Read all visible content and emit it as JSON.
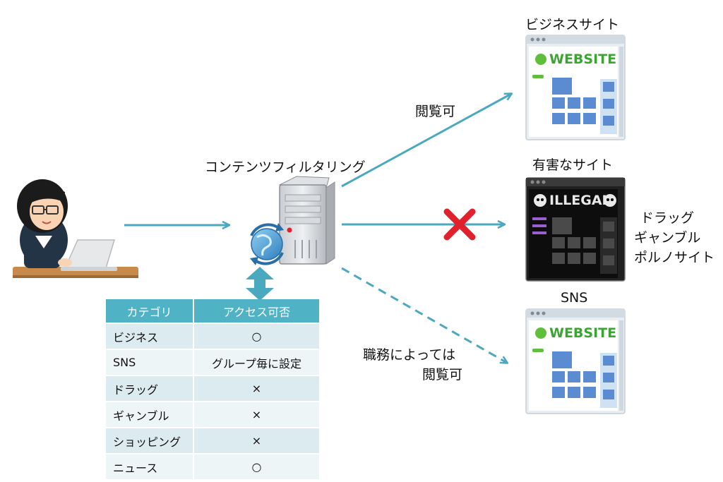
{
  "server_label": "コンテンツフィルタリング",
  "sites": {
    "business": {
      "title": "ビジネスサイト",
      "logo": "WEBSITE"
    },
    "harmful": {
      "title": "有害なサイト",
      "logo": "ILLEGAL",
      "categories": [
        "ドラッグ",
        "ギャンブル",
        "ポルノサイト"
      ]
    },
    "sns": {
      "title": "SNS",
      "logo": "WEBSITE"
    }
  },
  "arrow_labels": {
    "allowed": "閲覧可",
    "conditional_line1": "職務によっては",
    "conditional_line2": "閲覧可"
  },
  "table": {
    "headers": [
      "カテゴリ",
      "アクセス可否"
    ],
    "rows": [
      [
        "ビジネス",
        "○"
      ],
      [
        "SNS",
        "グループ毎に設定"
      ],
      [
        "ドラッグ",
        "×"
      ],
      [
        "ギャンブル",
        "×"
      ],
      [
        "ショッピング",
        "×"
      ],
      [
        "ニュース",
        "○"
      ]
    ]
  },
  "colors": {
    "arrow": "#4aa8bf",
    "block_mark": "#e0202a",
    "table_header": "#4fb3c5"
  }
}
